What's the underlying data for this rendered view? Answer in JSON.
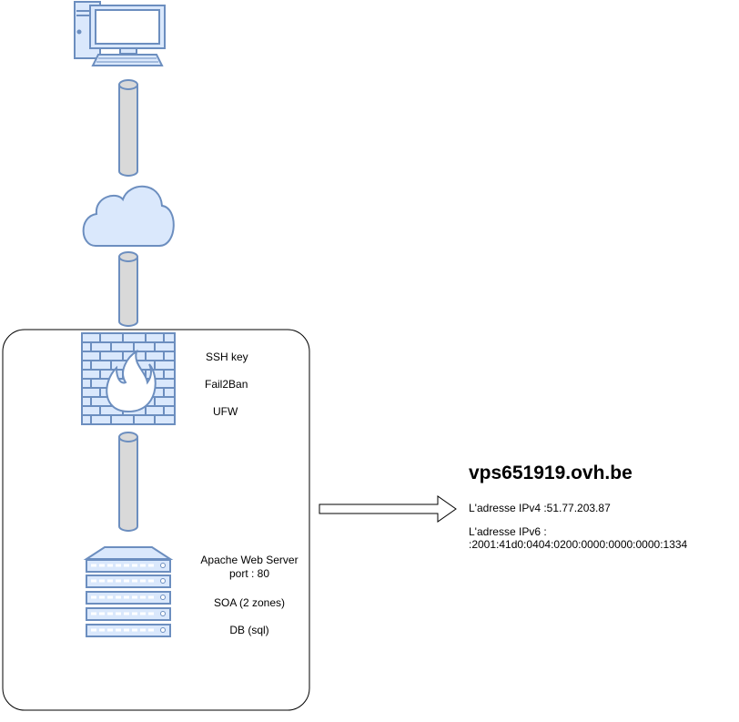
{
  "colors": {
    "shape_fill": "#dae8fc",
    "shape_stroke": "#6c8ebf",
    "cylinder_fill": "#d9d9d9",
    "cylinder_stroke": "#6c8ebf",
    "container_stroke": "#000000"
  },
  "icons": {
    "client": "desktop-computer-icon",
    "internet": "cloud-icon",
    "firewall": "firewall-icon",
    "server": "server-rack-icon"
  },
  "firewall_labels": {
    "ssh": "SSH key",
    "fail2ban": "Fail2Ban",
    "ufw": "UFW"
  },
  "server_labels": {
    "apache": "Apache Web Server",
    "port": "port : 80",
    "soa": "SOA (2 zones)",
    "db": "DB (sql)"
  },
  "host_info": {
    "hostname": "vps651919.ovh.be",
    "ipv4": "L'adresse IPv4  :51.77.203.87",
    "ipv6_label": "L'adresse IPv6 :",
    "ipv6_value": ":2001:41d0:0404:0200:0000:0000:0000:1334"
  }
}
